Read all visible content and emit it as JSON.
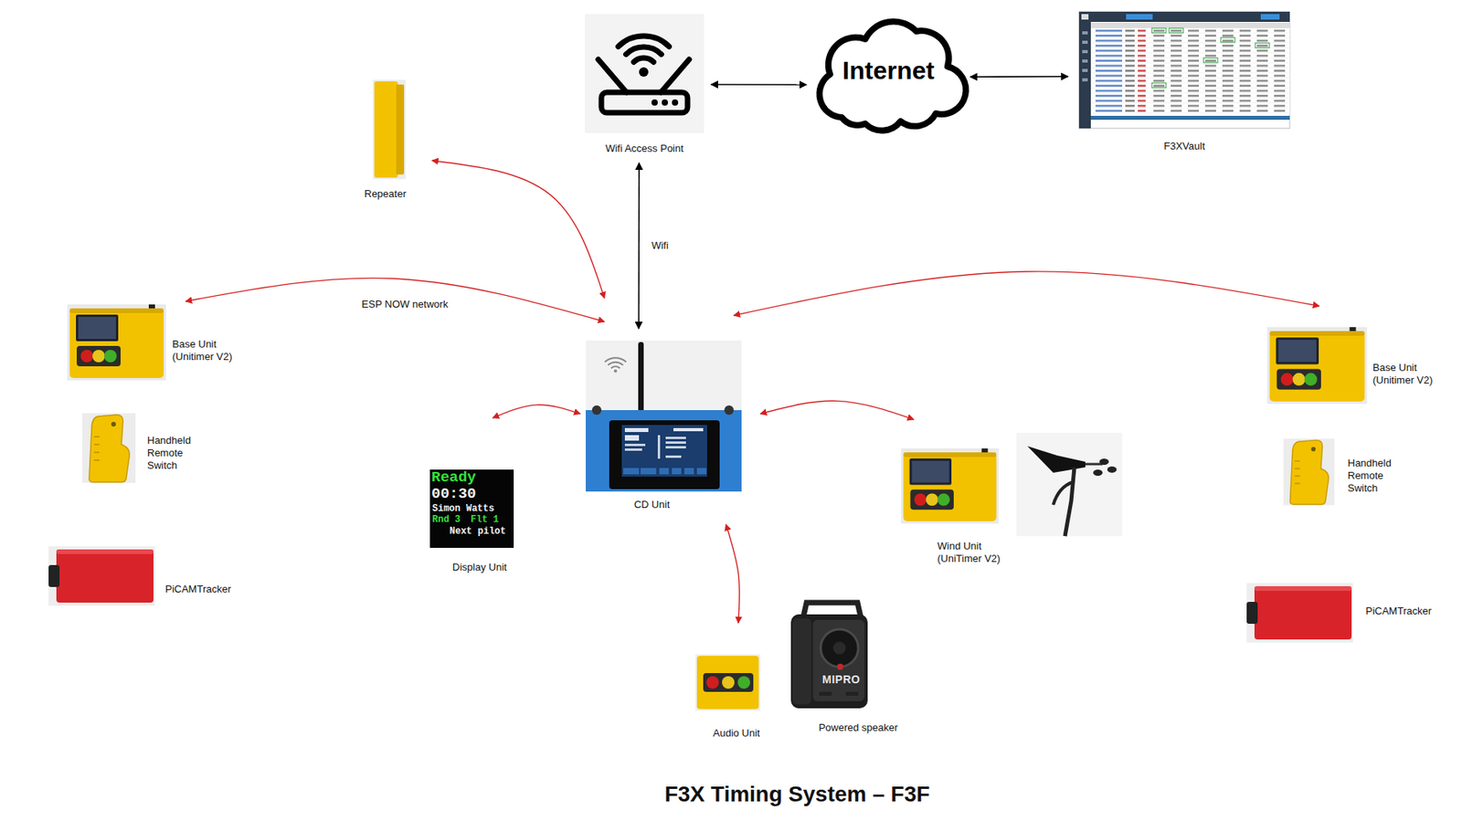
{
  "diagram": {
    "title": "F3X Timing System – F3F",
    "nodes": [
      {
        "text": [
          "Wifi Access Point"
        ]
      },
      {
        "text": [
          "Internet"
        ]
      },
      {
        "text": [
          "F3XVault"
        ]
      },
      {
        "text": [
          "Repeater"
        ]
      },
      {
        "text": [
          "Base Unit (Unitimer V2)"
        ]
      },
      {
        "text": [
          "Handheld Remote Switch"
        ]
      },
      {
        "text": [
          "PiCAMTracker"
        ]
      },
      {
        "text": [
          "CD Unit"
        ]
      },
      {
        "text": [
          "Ready",
          "00:30",
          "Simon Watts",
          "Rnd 3",
          "Flt 1",
          "Next pilot",
          "Display Unit"
        ]
      },
      {
        "text": [
          "Wind Unit (UniTimer V2)"
        ]
      },
      {
        "text": [
          "Base Unit (Unitimer V2)"
        ]
      },
      {
        "text": [
          "Handheld Remote Switch"
        ]
      },
      {
        "text": [
          "PiCAMTracker"
        ]
      },
      {
        "text": [
          "Audio Unit"
        ]
      },
      {
        "text": [
          "MIPRO",
          "Powered speaker"
        ]
      }
    ],
    "edges": [
      {
        "from": 0,
        "to": 1,
        "arrow": "both"
      },
      {
        "from": 1,
        "to": 2,
        "arrow": "both"
      },
      {
        "from": 7,
        "to": 0,
        "label": "Wifi",
        "arrow": "both"
      },
      {
        "from": 7,
        "to": 3,
        "arrow": "both"
      },
      {
        "from": 7,
        "to": 4,
        "arrow": "both"
      },
      {
        "from": 7,
        "to": 8,
        "arrow": "both"
      },
      {
        "from": 7,
        "to": 9,
        "arrow": "both"
      },
      {
        "from": 7,
        "to": 10,
        "arrow": "both"
      },
      {
        "from": 7,
        "to": 13,
        "arrow": "both"
      }
    ],
    "labels": [
      "ESP NOW network"
    ]
  }
}
